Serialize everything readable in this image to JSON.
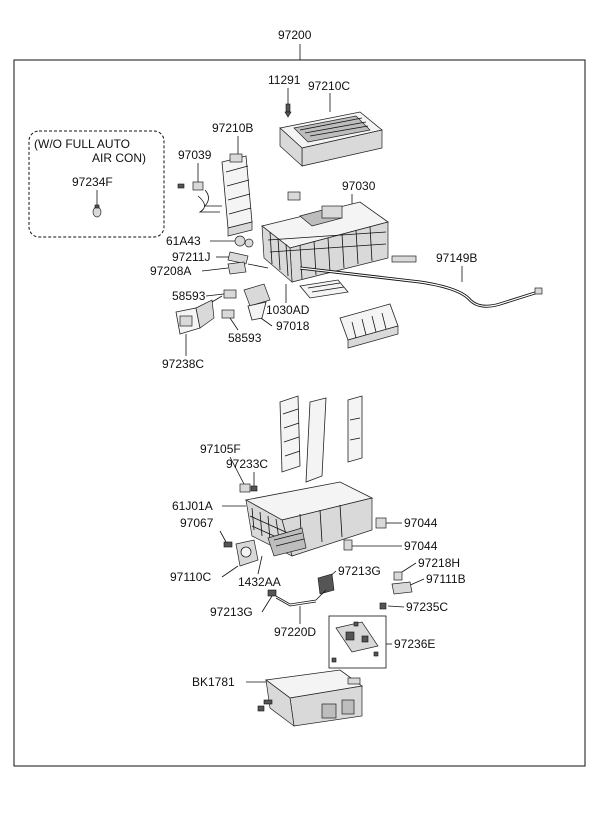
{
  "labels": {
    "top": "97200",
    "p11291": "11291",
    "p97210C": "97210C",
    "p97210B": "97210B",
    "p97039": "97039",
    "note1": "(W/O FULL AUTO",
    "note2": "AIR CON)",
    "p97234F": "97234F",
    "p97030": "97030",
    "p61A43": "61A43",
    "p97211J": "97211J",
    "p97208A": "97208A",
    "p97149B": "97149B",
    "p58593a": "58593",
    "p1030AD": "1030AD",
    "p97018": "97018",
    "p58593b": "58593",
    "p97238C": "97238C",
    "p97105F": "97105F",
    "p97233C": "97233C",
    "p61J01A": "61J01A",
    "p97067": "97067",
    "p97044a": "97044",
    "p97044b": "97044",
    "p97110C": "97110C",
    "p1432AA": "1432AA",
    "p97213Ga": "97213G",
    "p97218H": "97218H",
    "p97111B": "97111B",
    "p97213Gb": "97213G",
    "p97235C": "97235C",
    "p97220D": "97220D",
    "p97236E": "97236E",
    "pBK1781": "BK1781"
  }
}
